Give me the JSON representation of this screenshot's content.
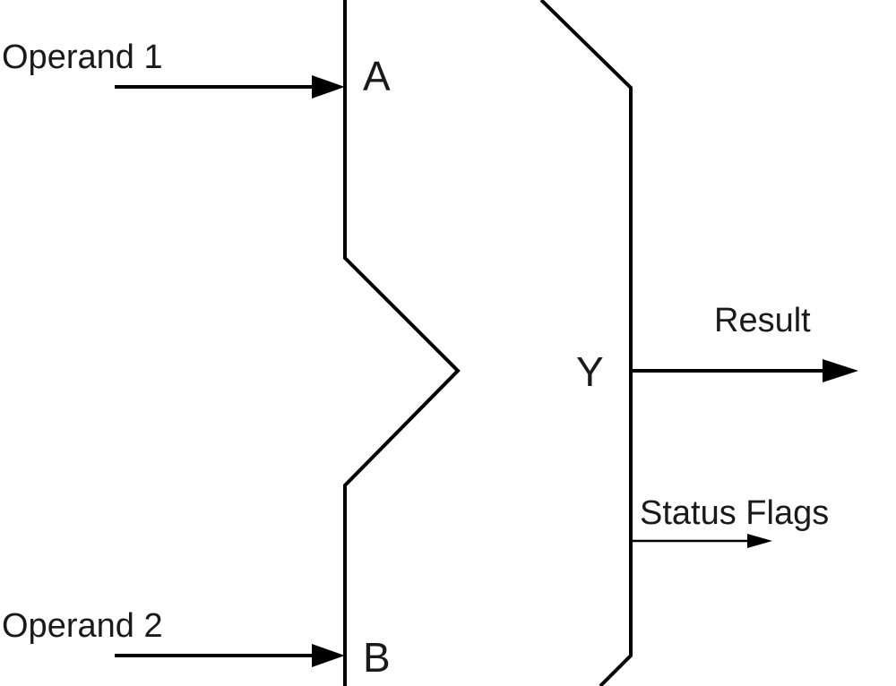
{
  "diagram": {
    "kind": "ALU block symbol",
    "inputs": [
      {
        "signal": "Operand 1",
        "port": "A"
      },
      {
        "signal": "Operand 2",
        "port": "B"
      }
    ],
    "output_port": "Y",
    "outputs": [
      {
        "signal": "Result",
        "weight": "thick"
      },
      {
        "signal": "Status Flags",
        "weight": "thin"
      }
    ],
    "colors": {
      "line": "#000000",
      "text": "#1a1a1a",
      "background": "#ffffff"
    }
  }
}
